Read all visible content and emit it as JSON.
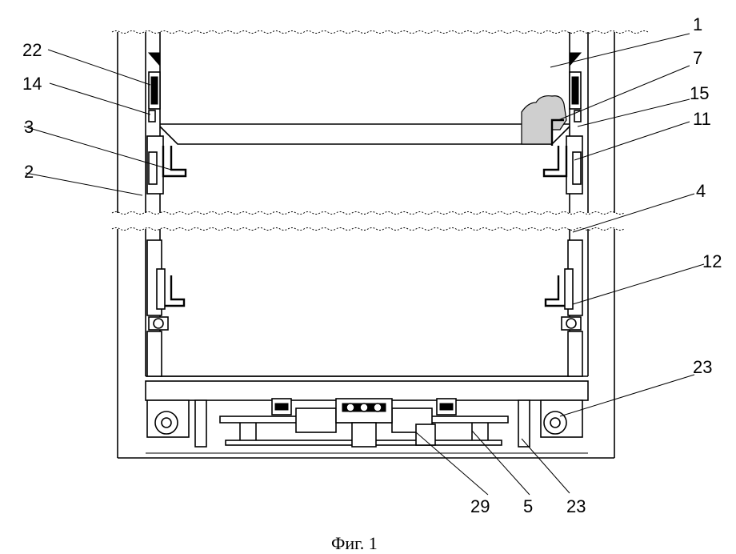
{
  "figure": {
    "caption": "Фиг. 1",
    "labels": {
      "l1": "1",
      "l2": "2",
      "l3": "3",
      "l4": "4",
      "l5": "5",
      "l7": "7",
      "l11": "11",
      "l12": "12",
      "l14": "14",
      "l15": "15",
      "l22": "22",
      "l23a": "23",
      "l23b": "23",
      "l29": "29"
    }
  }
}
